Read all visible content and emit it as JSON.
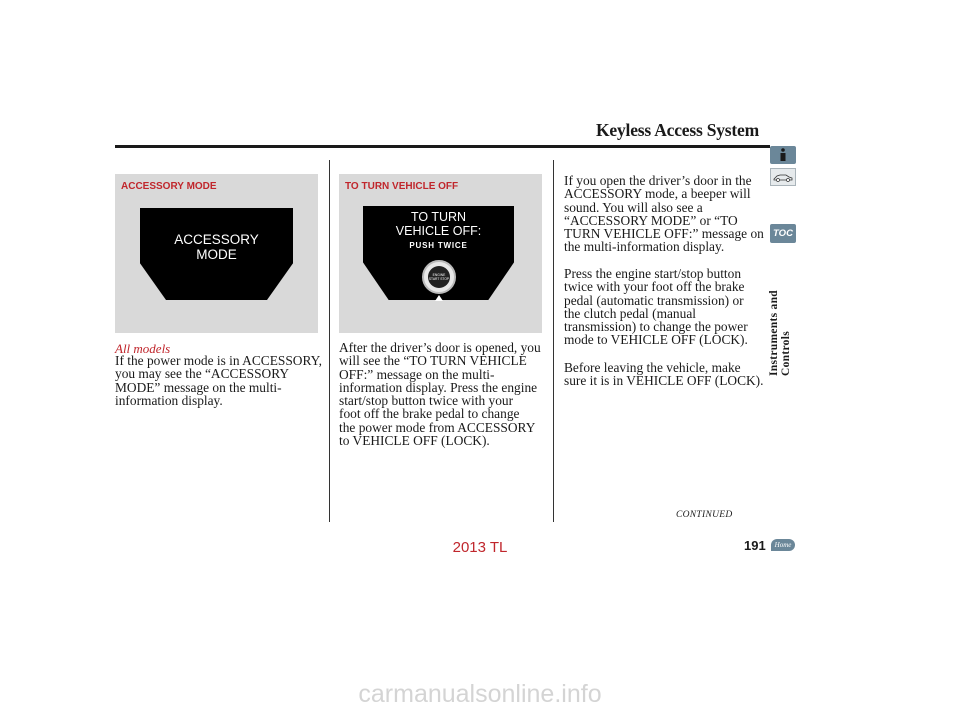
{
  "header": {
    "title": "Keyless Access System"
  },
  "panels": {
    "accessory": {
      "label": "ACCESSORY MODE",
      "display_line1": "ACCESSORY",
      "display_line2": "MODE"
    },
    "turn_off": {
      "label": "TO TURN VEHICLE OFF",
      "display_line1": "TO TURN",
      "display_line2": "VEHICLE OFF:",
      "display_line3": "PUSH TWICE",
      "button_text": "ENGINE START STOP"
    }
  },
  "col1": {
    "subheading": "All models",
    "lines": [
      "If the power mode is in ACCESSORY,",
      "you may see the “ACCESSORY",
      "MODE” message on the multi-",
      "information display."
    ]
  },
  "col2": {
    "lines": [
      "After the driver’s door is opened, you",
      "will see the “TO TURN VEHICLE",
      "OFF:” message on the multi-",
      "information display. Press the engine",
      "start/stop button twice with your",
      "foot off the brake pedal to change",
      "the power mode from ACCESSORY",
      "to VEHICLE OFF (LOCK)."
    ]
  },
  "col3": {
    "para1": [
      "If you open the driver’s door in the",
      "ACCESSORY mode, a beeper will",
      "sound. You will also see a",
      "“ACCESSORY MODE” or “TO",
      "TURN VEHICLE OFF:” message on",
      "the multi-information display."
    ],
    "para2": [
      "Press the engine start/stop button",
      "twice with your foot off the brake",
      "pedal (automatic transmission) or",
      "the clutch pedal (manual",
      "transmission) to change the power",
      "mode to VEHICLE OFF (LOCK)."
    ],
    "para3": [
      "Before leaving the vehicle, make",
      "sure it is in VEHICLE OFF (LOCK)."
    ]
  },
  "sidebar": {
    "toc_label": "TOC",
    "section_label": "Instruments and Controls",
    "info_icon": "info-icon",
    "car_icon": "car-icon"
  },
  "footer": {
    "continued": "CONTINUED",
    "page_number": "191",
    "home_label": "Home",
    "model": "2013 TL",
    "watermark": "carmanualsonline.info"
  },
  "colors": {
    "accent_red": "#c0262c",
    "tab_blue": "#6b8799",
    "panel_gray": "#d9d9d9"
  }
}
